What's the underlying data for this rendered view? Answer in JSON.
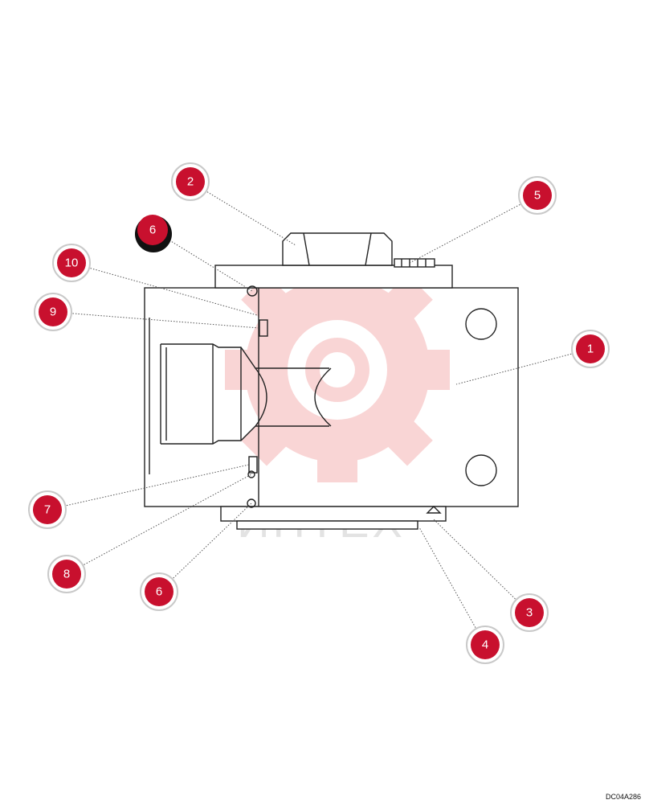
{
  "drawing_code": "DC04A286",
  "watermark_text": "ИНТЕХ",
  "callouts": [
    {
      "label": "1"
    },
    {
      "label": "2"
    },
    {
      "label": "3"
    },
    {
      "label": "4"
    },
    {
      "label": "5"
    },
    {
      "label": "6"
    },
    {
      "label": "6"
    },
    {
      "label": "7"
    },
    {
      "label": "8"
    },
    {
      "label": "9"
    },
    {
      "label": "10"
    }
  ],
  "colors": {
    "callout_fill": "#c8102e",
    "watermark": "#f2a9a9",
    "line": "#222222"
  }
}
